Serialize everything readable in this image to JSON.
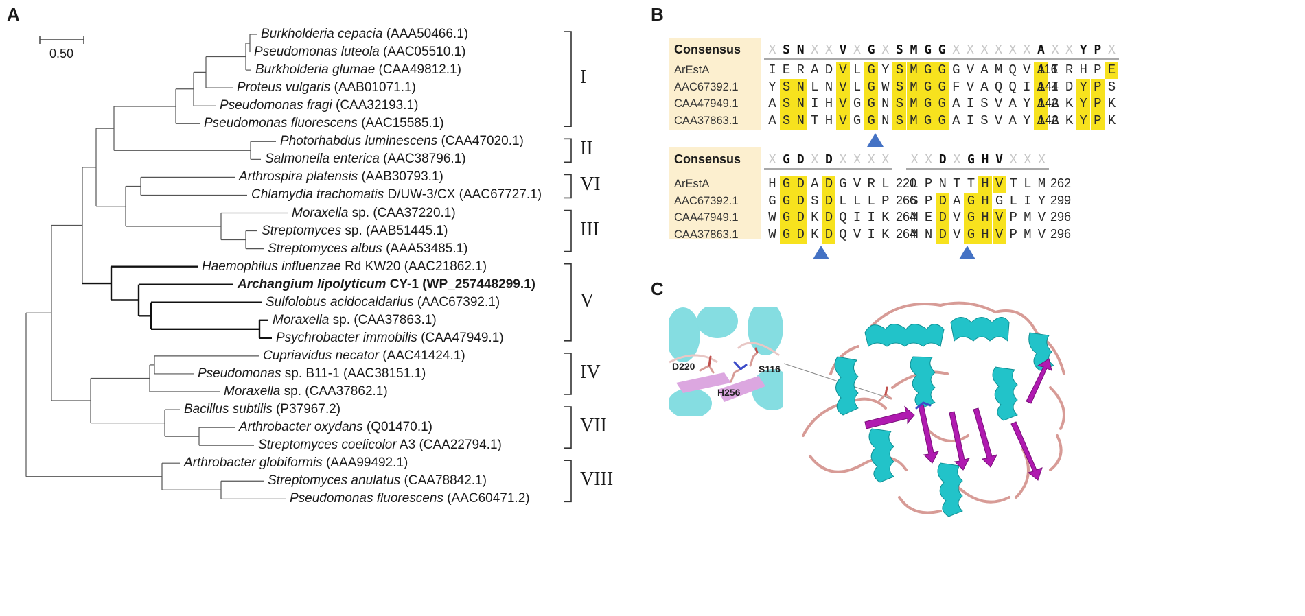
{
  "panels": {
    "a": "A",
    "b": "B",
    "c": "C"
  },
  "scale_bar": {
    "label": "0.50"
  },
  "tree_tips": [
    {
      "genus": "Burkholderia cepacia",
      "rest": " (AAA50466.1)",
      "bold": false
    },
    {
      "genus": "Pseudomonas luteola",
      "rest": " (AAC05510.1)",
      "bold": false
    },
    {
      "genus": "Burkholderia glumae",
      "rest": " (CAA49812.1)",
      "bold": false
    },
    {
      "genus": "Proteus vulgaris",
      "rest": " (AAB01071.1)",
      "bold": false
    },
    {
      "genus": "Pseudomonas fragi",
      "rest": " (CAA32193.1)",
      "bold": false
    },
    {
      "genus": "Pseudomonas fluorescens",
      "rest": " (AAC15585.1)",
      "bold": false
    },
    {
      "genus": "Photorhabdus luminescens",
      "rest": " (CAA47020.1)",
      "bold": false
    },
    {
      "genus": "Salmonella enterica",
      "rest": " (AAC38796.1)",
      "bold": false
    },
    {
      "genus": "Arthrospira platensis",
      "rest": " (AAB30793.1)",
      "bold": false
    },
    {
      "genus": "Chlamydia trachomatis",
      "rest": " D/UW-3/CX (AAC67727.1)",
      "bold": false
    },
    {
      "genus": "Moraxella",
      "rest": " sp. (CAA37220.1)",
      "bold": false
    },
    {
      "genus": "Streptomyces",
      "rest": " sp. (AAB51445.1)",
      "bold": false
    },
    {
      "genus": "Streptomyces albus",
      "rest": " (AAA53485.1)",
      "bold": false
    },
    {
      "genus": "Haemophilus influenzae",
      "rest": " Rd KW20 (AAC21862.1)",
      "bold": false
    },
    {
      "genus": "Archangium lipolyticum",
      "rest": " CY-1 (WP_257448299.1)",
      "bold": true
    },
    {
      "genus": "Sulfolobus acidocaldarius",
      "rest": " (AAC67392.1)",
      "bold": false
    },
    {
      "genus": "Moraxella",
      "rest": " sp. (CAA37863.1)",
      "bold": false
    },
    {
      "genus": "Psychrobacter immobilis",
      "rest": " (CAA47949.1)",
      "bold": false
    },
    {
      "genus": "Cupriavidus necator",
      "rest": " (AAC41424.1)",
      "bold": false
    },
    {
      "genus": "Pseudomonas",
      "rest": " sp. B11-1 (AAC38151.1)",
      "bold": false
    },
    {
      "genus": "Moraxella",
      "rest": " sp. (CAA37862.1)",
      "bold": false
    },
    {
      "genus": "Bacillus subtilis",
      "rest": " (P37967.2)",
      "bold": false
    },
    {
      "genus": "Arthrobacter oxydans",
      "rest": " (Q01470.1)",
      "bold": false
    },
    {
      "genus": "Streptomyces coelicolor",
      "rest": " A3 (CAA22794.1)",
      "bold": false
    },
    {
      "genus": "Arthrobacter globiformis",
      "rest": " (AAA99492.1)",
      "bold": false
    },
    {
      "genus": "Streptomyces anulatus",
      "rest": " (CAA78842.1)",
      "bold": false
    },
    {
      "genus": "Pseudomonas fluorescens",
      "rest": " (AAC60471.2)",
      "bold": false
    }
  ],
  "families": [
    "I",
    "II",
    "VI",
    "III",
    "V",
    "IV",
    "VII",
    "VIII"
  ],
  "alignment": {
    "consensus_label": "Consensus",
    "block1": {
      "consensus": "XSNXXVXGXSMGGXXXXXXAXXYPX",
      "rows": [
        {
          "name": "ArEstA",
          "seq": "IERADVLGYSMGGGVAMQVAIRHPE",
          "end": "116",
          "hl": [
            5,
            7,
            9,
            10,
            11,
            12,
            19,
            24
          ]
        },
        {
          "name": "AAC67392.1",
          "seq": "YSNLNVLGWSMGGFVAQQIAIDYPS",
          "end": "144",
          "hl": [
            1,
            2,
            5,
            7,
            9,
            10,
            11,
            12,
            19,
            22,
            23
          ]
        },
        {
          "name": "CAA47949.1",
          "seq": "ASNIHVGGNSMGGAISVAYAAKYPK",
          "end": "142",
          "hl": [
            1,
            2,
            5,
            7,
            9,
            10,
            11,
            12,
            19,
            22,
            23
          ]
        },
        {
          "name": "CAA37863.1",
          "seq": "ASNTHVGGNSMGGAISVAYAAKYPK",
          "end": "142",
          "hl": [
            1,
            2,
            5,
            7,
            9,
            10,
            11,
            12,
            19,
            22,
            23
          ]
        }
      ]
    },
    "block2": {
      "consensus": "XGDXDXXXX",
      "rows": [
        {
          "name": "ArEstA",
          "seq": "HGDADGVRL",
          "end": "220",
          "hl": [
            1,
            2,
            4
          ]
        },
        {
          "name": "AAC67392.1",
          "seq": "GGDSDLLLP",
          "end": "266",
          "hl": [
            1,
            2,
            4
          ]
        },
        {
          "name": "CAA47949.1",
          "seq": "WGDKDQIIK",
          "end": "264",
          "hl": [
            1,
            2,
            4
          ]
        },
        {
          "name": "CAA37863.1",
          "seq": "WGDKDQVIK",
          "end": "264",
          "hl": [
            1,
            2,
            4
          ]
        }
      ]
    },
    "block3": {
      "consensus": "XXDXGHVXXX",
      "rows": [
        {
          "seq": "LPNTTHVTLM",
          "end": "262",
          "hl": [
            5,
            6
          ]
        },
        {
          "seq": "SPDAGHGLIY",
          "end": "299",
          "hl": [
            2,
            4,
            5
          ]
        },
        {
          "seq": "MEDVGHVPMV",
          "end": "296",
          "hl": [
            2,
            4,
            5,
            6
          ]
        },
        {
          "seq": "MNDVGHVPMV",
          "end": "296",
          "hl": [
            2,
            4,
            5,
            6
          ]
        }
      ]
    }
  },
  "structure_labels": {
    "d220": "D220",
    "s116": "S116",
    "h256": "H256"
  },
  "colors": {
    "helix": "#22c3c9",
    "strand": "#b01ab0",
    "loop": "#d79b96",
    "highlight": "#f7e21e",
    "box": "#fcefcf",
    "marker": "#4472c4"
  }
}
